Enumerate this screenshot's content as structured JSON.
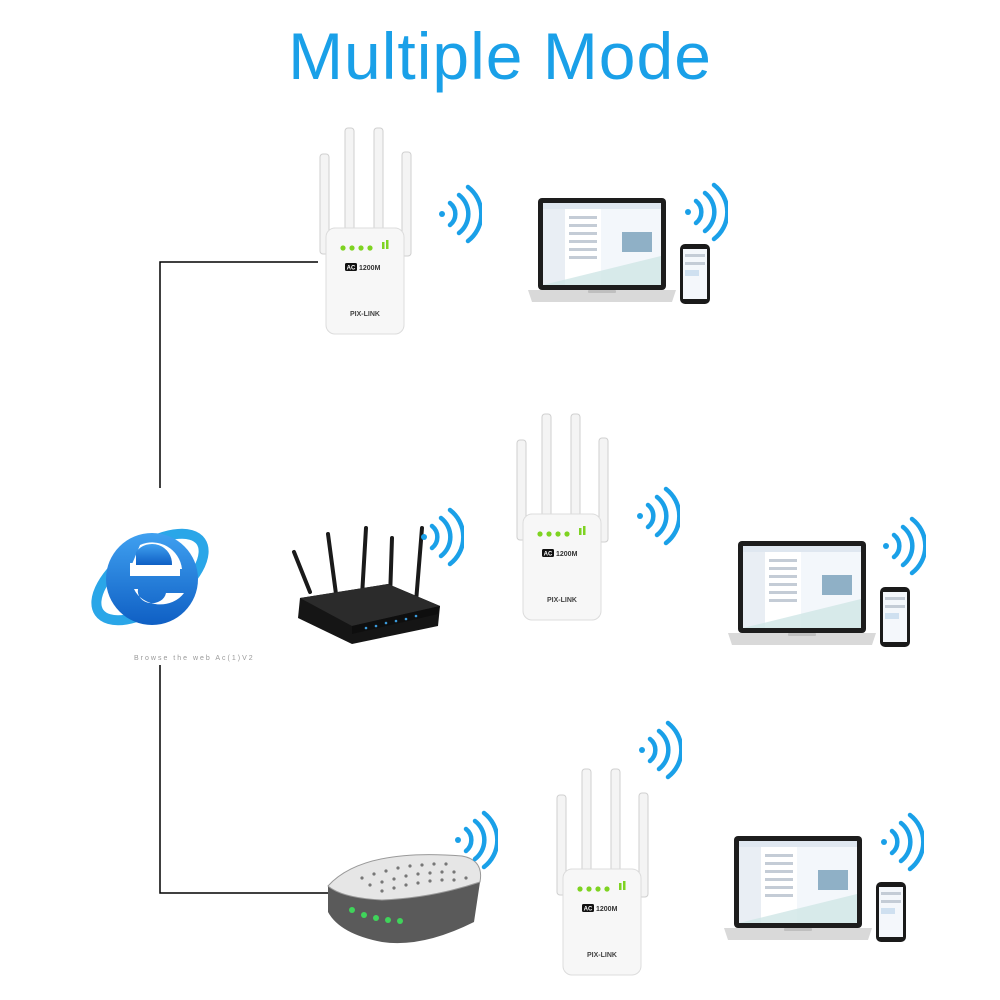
{
  "title": "Multiple Mode",
  "internet": {
    "caption": "Browse the web  Ac(1)V2"
  },
  "extender": {
    "badge": "AC",
    "speed": "1200M",
    "brand": "PIX-LINK"
  },
  "colors": {
    "title": "#1aa0e8",
    "wifi": "#1aa0e8",
    "ie_blue": "#1679d8",
    "ie_ring": "#2aa6e8",
    "line": "#000000"
  },
  "icons": [
    "internet-explorer-icon",
    "wifi-signal-icon",
    "laptop-icon",
    "smartphone-icon",
    "router-icon",
    "modem-icon",
    "range-extender-icon"
  ]
}
